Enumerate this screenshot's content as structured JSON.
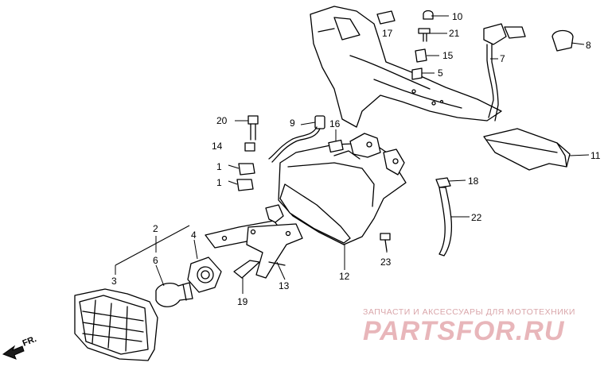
{
  "labels": [
    "1",
    "1",
    "2",
    "3",
    "4",
    "5",
    "6",
    "7",
    "8",
    "9",
    "10",
    "11",
    "12",
    "13",
    "14",
    "15",
    "16",
    "17",
    "18",
    "19",
    "20",
    "21",
    "22",
    "23"
  ],
  "watermark": {
    "caption": "ЗАПЧАСТИ И АКСЕССУАРЫ ДЛЯ МОТОТЕХНИКИ",
    "brand": "PARTSFOR.RU"
  },
  "direction": "FR."
}
